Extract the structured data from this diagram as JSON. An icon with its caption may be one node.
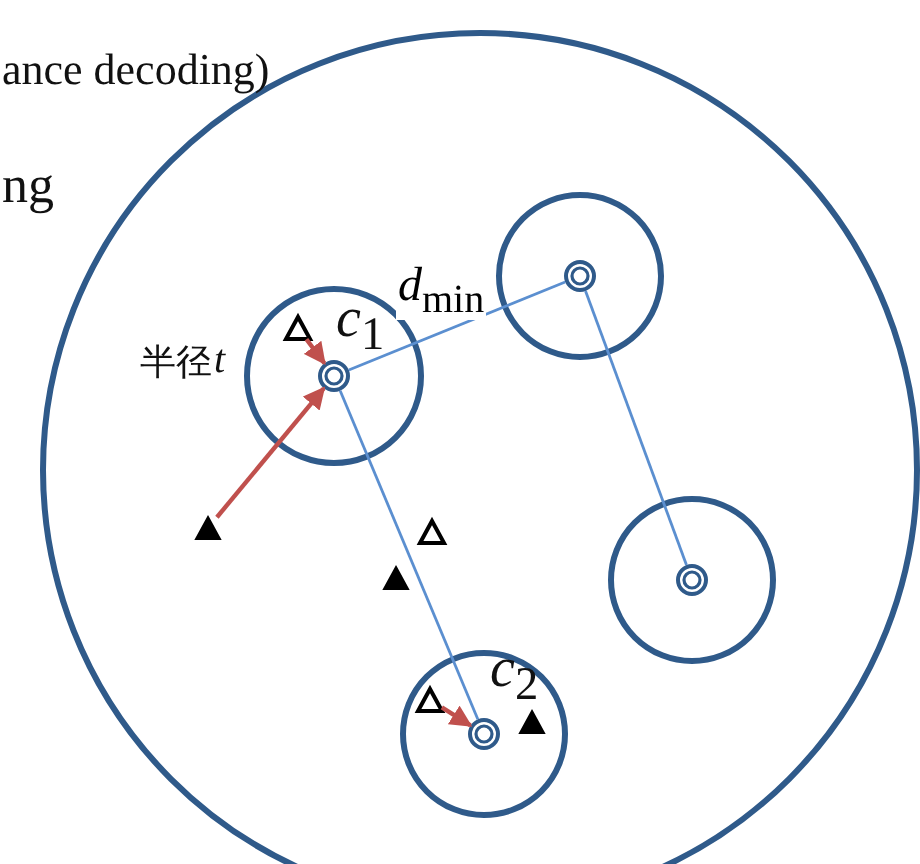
{
  "diagram": {
    "nodes": [
      {
        "text": [],
        "shape": "circle"
      },
      {
        "text": [],
        "shape": "circle",
        "in": 0
      },
      {
        "text": [],
        "shape": "circle",
        "in": 1
      },
      {
        "text": [],
        "shape": "circle",
        "in": 0
      },
      {
        "text": [],
        "shape": "circle",
        "in": 3
      },
      {
        "text": [],
        "shape": "circle",
        "in": 0
      },
      {
        "text": [],
        "shape": "circle",
        "in": 5
      },
      {
        "text": [],
        "shape": "circle",
        "in": 0
      },
      {
        "text": [],
        "shape": "circle",
        "in": 7
      },
      {
        "text": [],
        "shape": "triangle",
        "in": 1
      },
      {
        "text": [],
        "shape": "triangle",
        "in": 0
      },
      {
        "text": [],
        "shape": "triangle",
        "in": 0
      },
      {
        "text": [],
        "shape": "triangle",
        "in": 0
      },
      {
        "text": [],
        "shape": "triangle",
        "in": 7
      },
      {
        "text": [],
        "shape": "triangle",
        "in": 7
      }
    ],
    "edges": [
      {
        "from": 2,
        "to": 4,
        "arrow": "none",
        "label": "*d*$_{min}$"
      },
      {
        "from": 4,
        "to": 6,
        "arrow": "none"
      },
      {
        "from": 2,
        "to": 8,
        "arrow": "none"
      },
      {
        "from": 9,
        "to": 2,
        "arrow": "to",
        "color": "#c0504d"
      },
      {
        "from": 10,
        "to": 2,
        "arrow": "to",
        "color": "#c0504d"
      },
      {
        "from": 13,
        "to": 8,
        "arrow": "to",
        "color": "#c0504d"
      }
    ],
    "labels": [
      "ance decoding)",
      "ng",
      "*c*$_{1}$",
      "半径",
      "t",
      "*c*$_{2}$"
    ]
  }
}
